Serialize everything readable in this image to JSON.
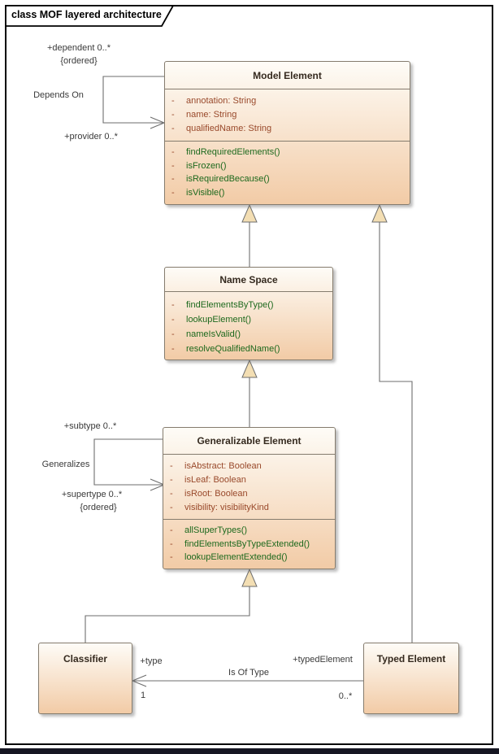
{
  "diagram": {
    "title": "class MOF layered architecture"
  },
  "colors": {
    "frame_border": "#000000",
    "class_border": "#857C6E",
    "class_fill_top": "#FEFCF7",
    "class_fill_bottom": "#F2CBA6",
    "class_title_text": "#352A1F",
    "attribute_text": "#99492B",
    "operation_text": "#1D691D",
    "label_text": "#3A3A3A",
    "connector": "#6E6E6E",
    "triangle_fill": "#F3DEB3",
    "bottom_bar": "#161622"
  },
  "classes": [
    {
      "name": "Model Element",
      "attributes": [
        {
          "vis": "-",
          "text": "annotation: String"
        },
        {
          "vis": "-",
          "text": "name: String"
        },
        {
          "vis": "-",
          "text": "qualifiedName: String"
        }
      ],
      "operations": [
        {
          "vis": "-",
          "text": "findRequiredElements()"
        },
        {
          "vis": "-",
          "text": "isFrozen()"
        },
        {
          "vis": "-",
          "text": "isRequiredBecause()"
        },
        {
          "vis": "-",
          "text": "isVisible()"
        }
      ]
    },
    {
      "name": "Name Space",
      "operations": [
        {
          "vis": "-",
          "text": "findElementsByType()"
        },
        {
          "vis": "-",
          "text": "lookupElement()"
        },
        {
          "vis": "-",
          "text": "nameIsValid()"
        },
        {
          "vis": "-",
          "text": "resolveQualifiedName()"
        }
      ]
    },
    {
      "name": "Generalizable Element",
      "attributes": [
        {
          "vis": "-",
          "text": "isAbstract: Boolean"
        },
        {
          "vis": "-",
          "text": "isLeaf: Boolean"
        },
        {
          "vis": "-",
          "text": "isRoot: Boolean"
        },
        {
          "vis": "-",
          "text": "visibility: visibilityKind"
        }
      ],
      "operations": [
        {
          "vis": "-",
          "text": "allSuperTypes()"
        },
        {
          "vis": "-",
          "text": "findElementsByTypeExtended()"
        },
        {
          "vis": "-",
          "text": "lookupElementExtended()"
        }
      ]
    },
    {
      "name": "Classifier"
    },
    {
      "name": "Typed Element"
    }
  ],
  "associations": {
    "depends_on": {
      "name": "Depends On",
      "dependent_role": "+dependent 0..*",
      "dependent_constraint": "{ordered}",
      "provider_role": "+provider 0..*"
    },
    "generalizes": {
      "name": "Generalizes",
      "subtype_role": "+subtype 0..*",
      "supertype_role": "+supertype 0..*",
      "supertype_constraint": "{ordered}"
    },
    "is_of_type": {
      "name": "Is Of Type",
      "type_role": "+type",
      "type_multiplicity": "1",
      "typed_element_role": "+typedElement",
      "typed_element_multiplicity": "0..*"
    }
  }
}
